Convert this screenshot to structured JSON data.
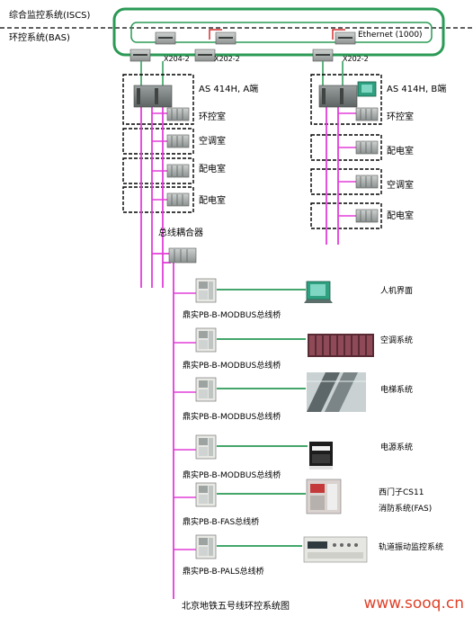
{
  "header": {
    "iscs_label": "综合监控系统(ISCS)",
    "bas_label": "环控系统(BAS)",
    "ethernet_label": "Ethernet (1000)"
  },
  "switches": {
    "left_1": "X204-2",
    "left_2": "X202-2",
    "right_1": "X202-2"
  },
  "stations": {
    "a": {
      "title": "AS 414H, A端",
      "rooms": [
        "环控室",
        "空调室",
        "配电室",
        "配电室"
      ]
    },
    "b": {
      "title": "AS 414H, B端",
      "rooms": [
        "环控室",
        "配电室",
        "空调室",
        "配电室"
      ]
    }
  },
  "coupler_label": "总线耦合器",
  "gateways": [
    {
      "label": "鼎实PB-B-MODBUS总线桥",
      "system": [
        "人机界面"
      ],
      "icon": "hmi-panel-icon"
    },
    {
      "label": "鼎实PB-B-MODBUS总线桥",
      "system": [
        "空调系统"
      ],
      "icon": "ac-units-icon"
    },
    {
      "label": "鼎实PB-B-MODBUS总线桥",
      "system": [
        "电梯系统"
      ],
      "icon": "escalator-icon"
    },
    {
      "label": "鼎实PB-B-MODBUS总线桥",
      "system": [
        "电源系统"
      ],
      "icon": "power-supply-icon"
    },
    {
      "label": "鼎实PB-B-FAS总线桥",
      "system": [
        "西门子CS11",
        "消防系统(FAS)"
      ],
      "icon": "fire-panel-icon"
    },
    {
      "label": "鼎实PB-B-PALS总线桥",
      "system": [
        "轨道振动监控系统"
      ],
      "icon": "vibration-monitor-icon"
    }
  ],
  "caption": "北京地铁五号线环控系统图",
  "watermark": "www.sooq.cn",
  "colors": {
    "ethernet": "#2a9a55",
    "profibus": "#e23ed8",
    "link": "#2a9a55",
    "watermark": "#e0412a",
    "red_link": "#d63030"
  }
}
